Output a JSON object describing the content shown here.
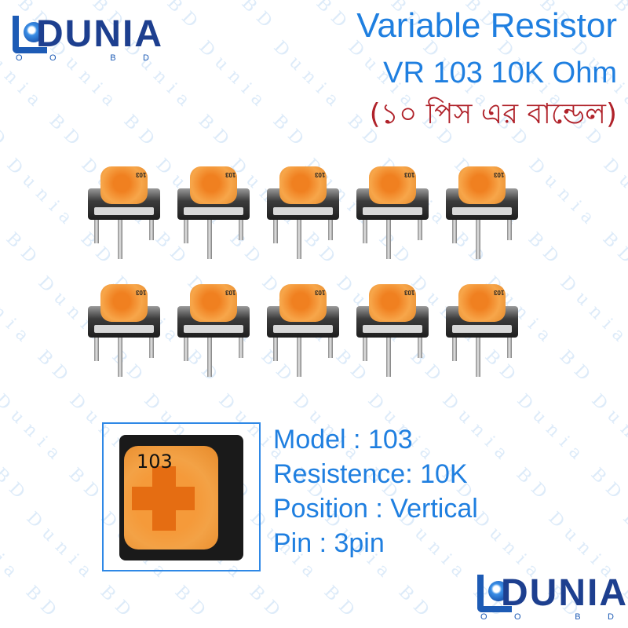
{
  "brand": {
    "name": "DUNIA",
    "sub_letters": [
      "O",
      "O",
      "B",
      "D"
    ],
    "watermark": "Dunia BD"
  },
  "title": {
    "line1": "Variable Resistor",
    "line2": "VR 103 10K Ohm",
    "line3": "(১০ পিস এর বান্ডেল)"
  },
  "product": {
    "label": "103",
    "count": 10
  },
  "specs": [
    {
      "text": "Model : 103"
    },
    {
      "text": "Resistence: 10K"
    },
    {
      "text": "Position : Vertical"
    },
    {
      "text": "Pin : 3pin"
    }
  ],
  "colors": {
    "title_blue": "#1f7fe0",
    "bengali_red": "#b0222a",
    "logo_navy": "#1d3f8f",
    "box_border": "#2e88e6"
  }
}
